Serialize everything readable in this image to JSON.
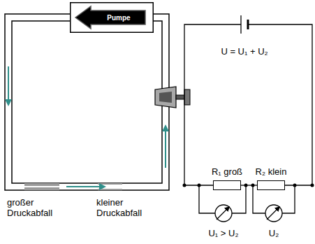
{
  "diagram": {
    "nodes": [
      {
        "text": [
          "Pumpe"
        ]
      },
      {
        "text": [
          "R₁ groß"
        ]
      },
      {
        "text": [
          "R₂ klein"
        ]
      }
    ],
    "edges": [
      {
        "from": 1,
        "to": 2,
        "arrow": "none"
      }
    ],
    "labels": [
      "großer Druckabfall",
      "kleiner Druckabfall",
      "U = U₁ + U₂",
      "U₁ > U₂",
      "U₂"
    ]
  }
}
